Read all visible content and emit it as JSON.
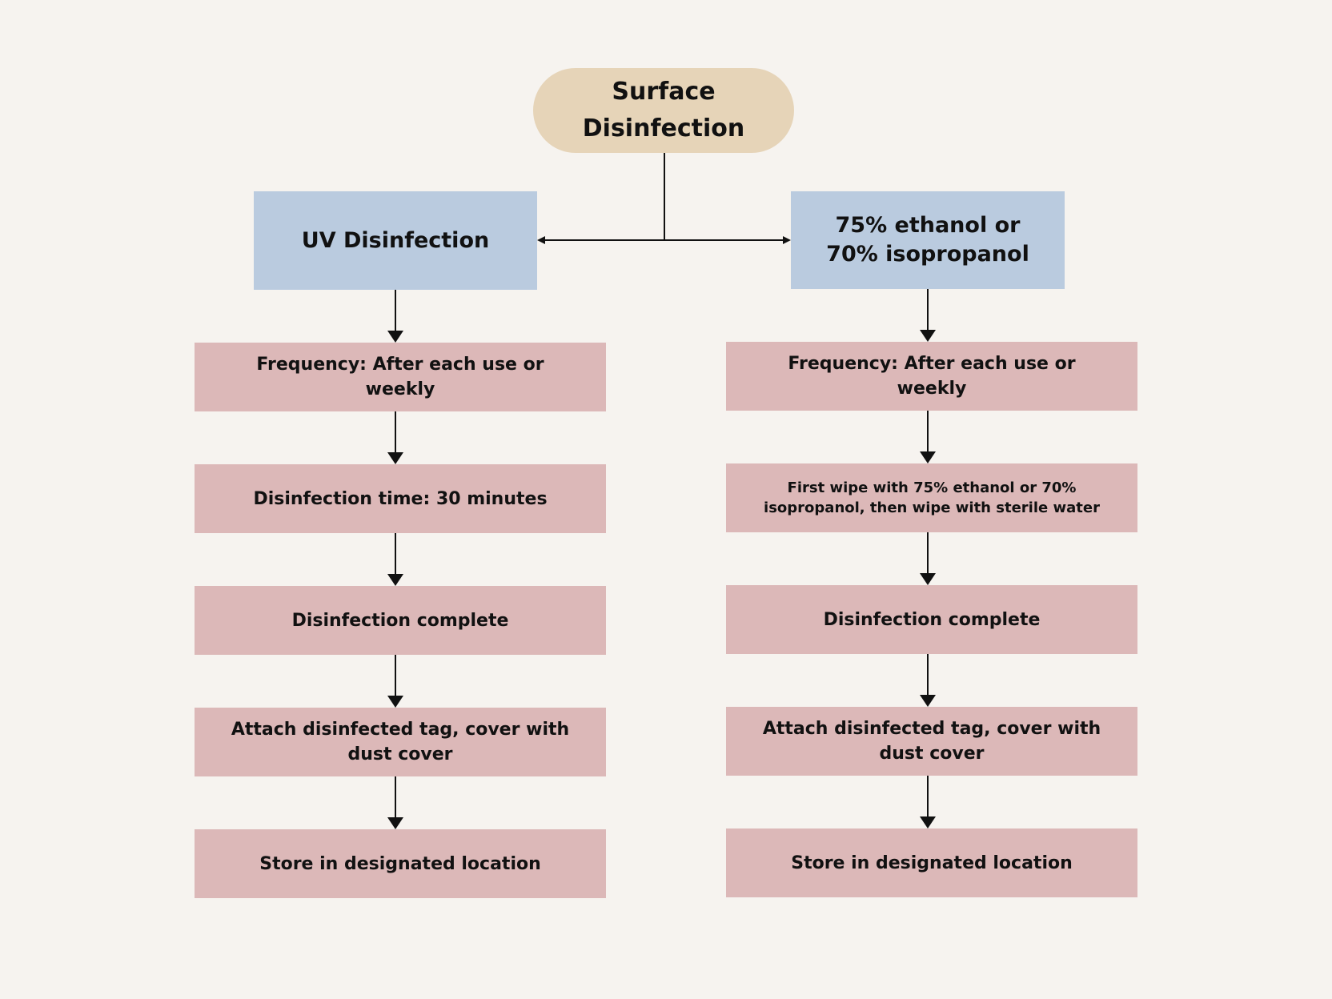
{
  "root": {
    "label": "Surface Disinfection"
  },
  "branches": [
    {
      "label": "UV Disinfection",
      "steps": [
        "Frequency: After each use or weekly",
        "Disinfection time: 30 minutes",
        "Disinfection complete",
        "Attach disinfected tag, cover with dust cover",
        "Store in designated location"
      ]
    },
    {
      "label": "75% ethanol or 70% isopropanol",
      "steps": [
        "Frequency: After each use or weekly",
        "First wipe with 75% ethanol or 70% isopropanol, then wipe with sterile water",
        "Disinfection complete",
        "Attach disinfected tag, cover with dust cover",
        "Store in designated location"
      ]
    }
  ],
  "colors": {
    "background": "#f6f3ef",
    "root": "#e6d4b8",
    "category": "#bacbdf",
    "step": "#dcb8b8",
    "line": "#111111"
  }
}
